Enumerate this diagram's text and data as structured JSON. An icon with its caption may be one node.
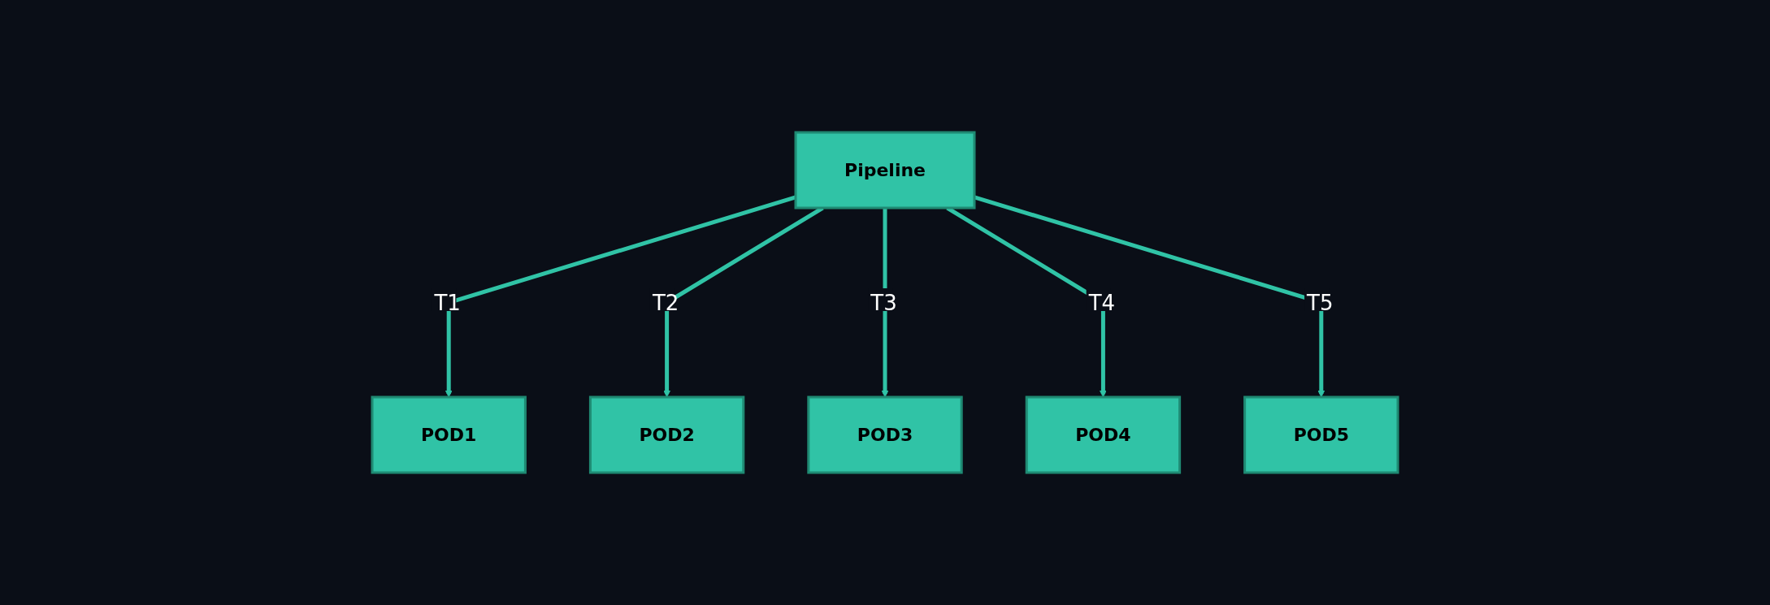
{
  "diagram": {
    "nodes": [
      {
        "text": [
          "Pipeline"
        ]
      },
      {
        "text": [
          "POD1"
        ]
      },
      {
        "text": [
          "POD2"
        ]
      },
      {
        "text": [
          "POD3"
        ]
      },
      {
        "text": [
          "POD4"
        ]
      },
      {
        "text": [
          "POD5"
        ]
      }
    ],
    "edges": [
      {
        "from": 0,
        "to": 1,
        "arrow": "to",
        "label": "T1"
      },
      {
        "from": 0,
        "to": 2,
        "arrow": "to",
        "label": "T2"
      },
      {
        "from": 0,
        "to": 3,
        "arrow": "to",
        "label": "T3"
      },
      {
        "from": 0,
        "to": 4,
        "arrow": "to",
        "label": "T4"
      },
      {
        "from": 0,
        "to": 5,
        "arrow": "to",
        "label": "T5"
      }
    ]
  }
}
